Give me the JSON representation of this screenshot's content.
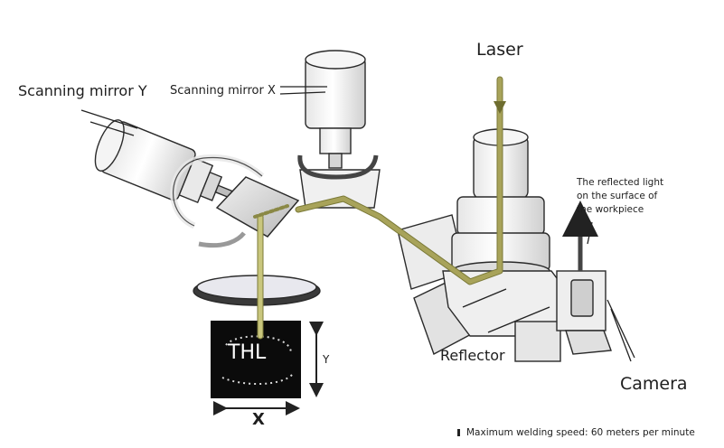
{
  "labels": {
    "laser": "Laser",
    "scanning_mirror_y": "Scanning mirror Y",
    "scanning_mirror_x": "Scanning mirror X",
    "reflected_light": [
      "The reflected light",
      "on the surface of",
      "the workpiece"
    ],
    "reflector": "Reflector",
    "camera": "Camera",
    "thl": "THL",
    "axis_x": "X",
    "axis_y": "Y",
    "note": "Maximum welding speed: 60 meters per minute"
  },
  "colors": {
    "beam": "#a8a35a",
    "beam_dark": "#7b7a38",
    "outline": "#2a2a2a",
    "workpiece_bg": "#0b0b0b"
  }
}
